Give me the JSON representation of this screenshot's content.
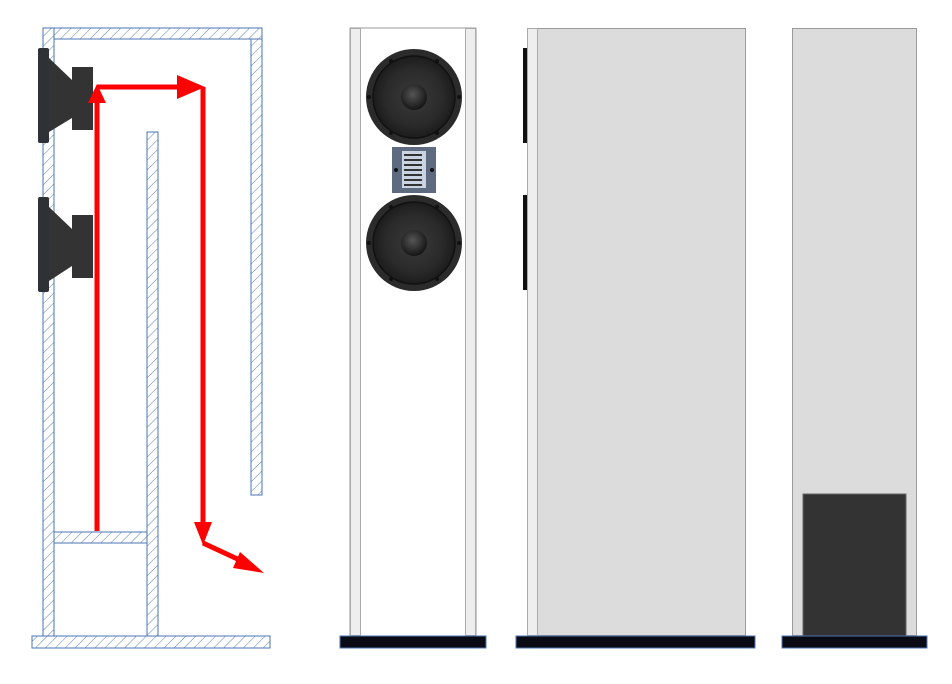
{
  "colors": {
    "hatch": "#4a74b0",
    "arrow": "#ff0000",
    "driver": "#333333",
    "cabinet_side": "#dcdcdc",
    "cabinet_strip": "#eeeeee",
    "port": "#333333",
    "plinth": "#0a0a14"
  },
  "views": [
    "cross-section",
    "front",
    "side",
    "rear"
  ]
}
